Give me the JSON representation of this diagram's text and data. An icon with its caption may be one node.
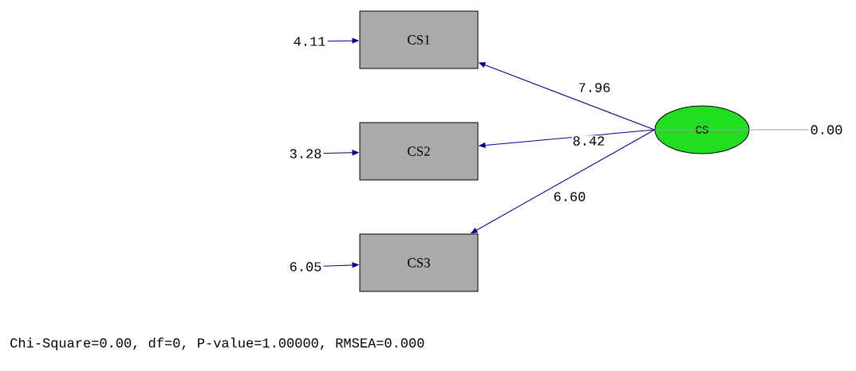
{
  "diagram": {
    "nodes": [
      {
        "text": [
          "4.11"
        ]
      },
      {
        "text": [
          "CS1"
        ]
      },
      {
        "text": [
          "3.28"
        ]
      },
      {
        "text": [
          "CS2"
        ]
      },
      {
        "text": [
          "6.05"
        ]
      },
      {
        "text": [
          "CS3"
        ]
      },
      {
        "text": [
          "CS"
        ]
      },
      {
        "text": [
          "0.00"
        ]
      }
    ],
    "edges": [
      {
        "from": 0,
        "to": 1,
        "arrow": "to"
      },
      {
        "from": 2,
        "to": 3,
        "arrow": "to"
      },
      {
        "from": 4,
        "to": 5,
        "arrow": "to"
      },
      {
        "from": 6,
        "to": 1,
        "arrow": "to",
        "label": "7.96"
      },
      {
        "from": 6,
        "to": 3,
        "arrow": "to",
        "label": "8.42"
      },
      {
        "from": 6,
        "to": 5,
        "arrow": "to",
        "label": "6.60"
      },
      {
        "from": 6,
        "to": 7,
        "arrow": "none",
        "color": "#a0a0a0"
      }
    ],
    "labels": [
      "Chi-Square=0.00, df=0, P-value=1.00000, RMSEA=0.000"
    ]
  }
}
